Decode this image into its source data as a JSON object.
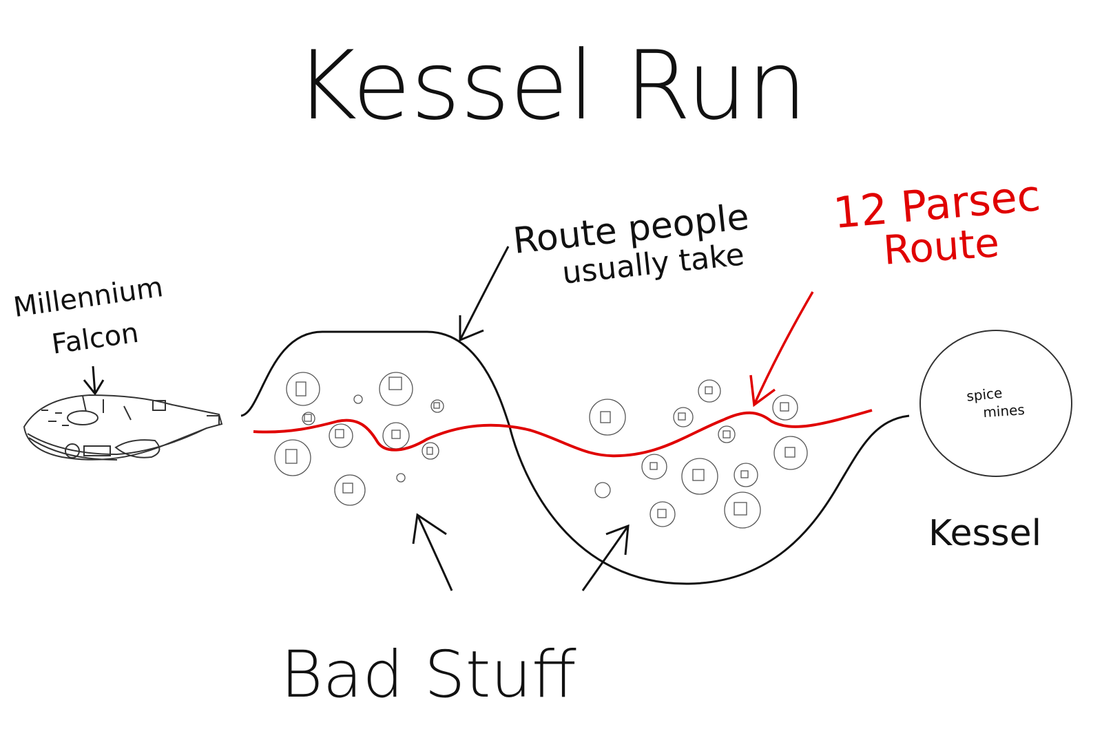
{
  "title": "Kessel Run",
  "labels": {
    "ship": [
      "Millennium",
      "Falcon"
    ],
    "usual_route": [
      "Route people",
      "usually take"
    ],
    "short_route": [
      "12 Parsec",
      "Route"
    ],
    "planet_inner": [
      "spice",
      "mines"
    ],
    "planet_name": "Kessel",
    "hazard": "Bad Stuff"
  },
  "colors": {
    "ink": "#111111",
    "route_red": "#e00000",
    "asteroid": "#555555"
  }
}
